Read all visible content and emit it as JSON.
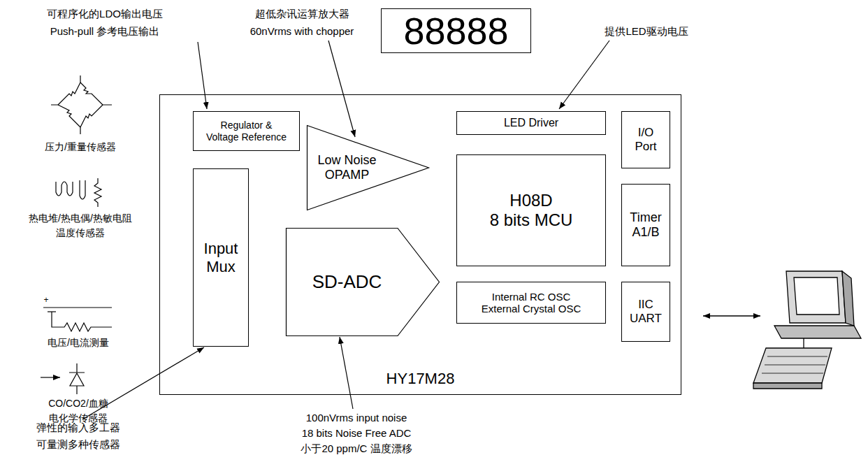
{
  "diagram": {
    "nodes": [
      {
        "text": [
          "88888"
        ]
      },
      {
        "text": [
          "HY17M28"
        ]
      },
      {
        "text": [
          "Regulator & Voltage Reference"
        ],
        "in": 1
      },
      {
        "text": [
          "Input Mux"
        ],
        "in": 1
      },
      {
        "text": [
          "Low Noise OPAMP"
        ],
        "in": 1
      },
      {
        "text": [
          "SD-ADC"
        ],
        "in": 1
      },
      {
        "text": [
          "LED Driver"
        ],
        "in": 1
      },
      {
        "text": [
          "H08D",
          "8 bits MCU"
        ],
        "in": 1
      },
      {
        "text": [
          "Internal RC OSC External Crystal OSC"
        ],
        "in": 1
      },
      {
        "text": [
          "I/O Port"
        ],
        "in": 1
      },
      {
        "text": [
          "Timer A1/B"
        ],
        "in": 1
      },
      {
        "text": [
          "IIC UART"
        ],
        "in": 1
      }
    ],
    "labels": [
      "可程序化的LDO输出电压",
      "Push-pull 参考电压输出",
      "超低杂讯运算放大器",
      "60nVrms with chopper",
      "提供LED驱动电压",
      "压力/重量传感器",
      "热电堆/热电偶/热敏电阻",
      "温度传感器",
      "电压/电流测量",
      "CO/CO2/血糖",
      "电化学传感器",
      "100nVrms input noise",
      "18 bits Noise Free ADC",
      "小于20 ppm/C 温度漂移",
      "弹性的输入多工器",
      "可量测多种传感器",
      "+"
    ]
  }
}
